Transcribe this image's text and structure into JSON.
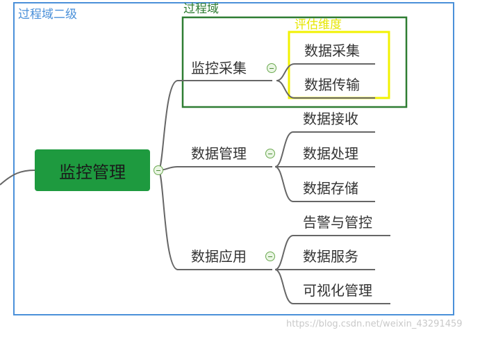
{
  "annotations": {
    "outer_label": "过程域二级",
    "process_domain_label": "过程域",
    "eval_dimension_label": "评估维度"
  },
  "colors": {
    "outer_box": "#4a90d9",
    "process_box": "#2e7d32",
    "eval_box": "#f2f200",
    "root_fill": "#1e9a3f",
    "line": "#666666"
  },
  "root": {
    "label": "监控管理"
  },
  "branches": [
    {
      "label": "监控采集",
      "children": [
        "数据采集",
        "数据传输"
      ]
    },
    {
      "label": "数据管理",
      "children": [
        "数据接收",
        "数据处理",
        "数据存储"
      ]
    },
    {
      "label": "数据应用",
      "children": [
        "告警与管控",
        "数据服务",
        "可视化管理"
      ]
    }
  ],
  "watermark": "https://blog.csdn.net/weixin_43291459"
}
